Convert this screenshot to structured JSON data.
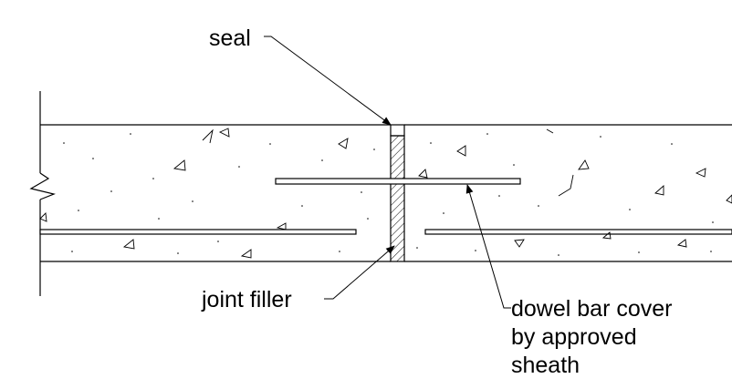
{
  "labels": {
    "seal": "seal",
    "joint_filler": "joint filler",
    "dowel_cover": [
      "dowel bar cover",
      "by approved",
      "sheath"
    ]
  },
  "colors": {
    "line": "#000000",
    "background": "#ffffff"
  }
}
